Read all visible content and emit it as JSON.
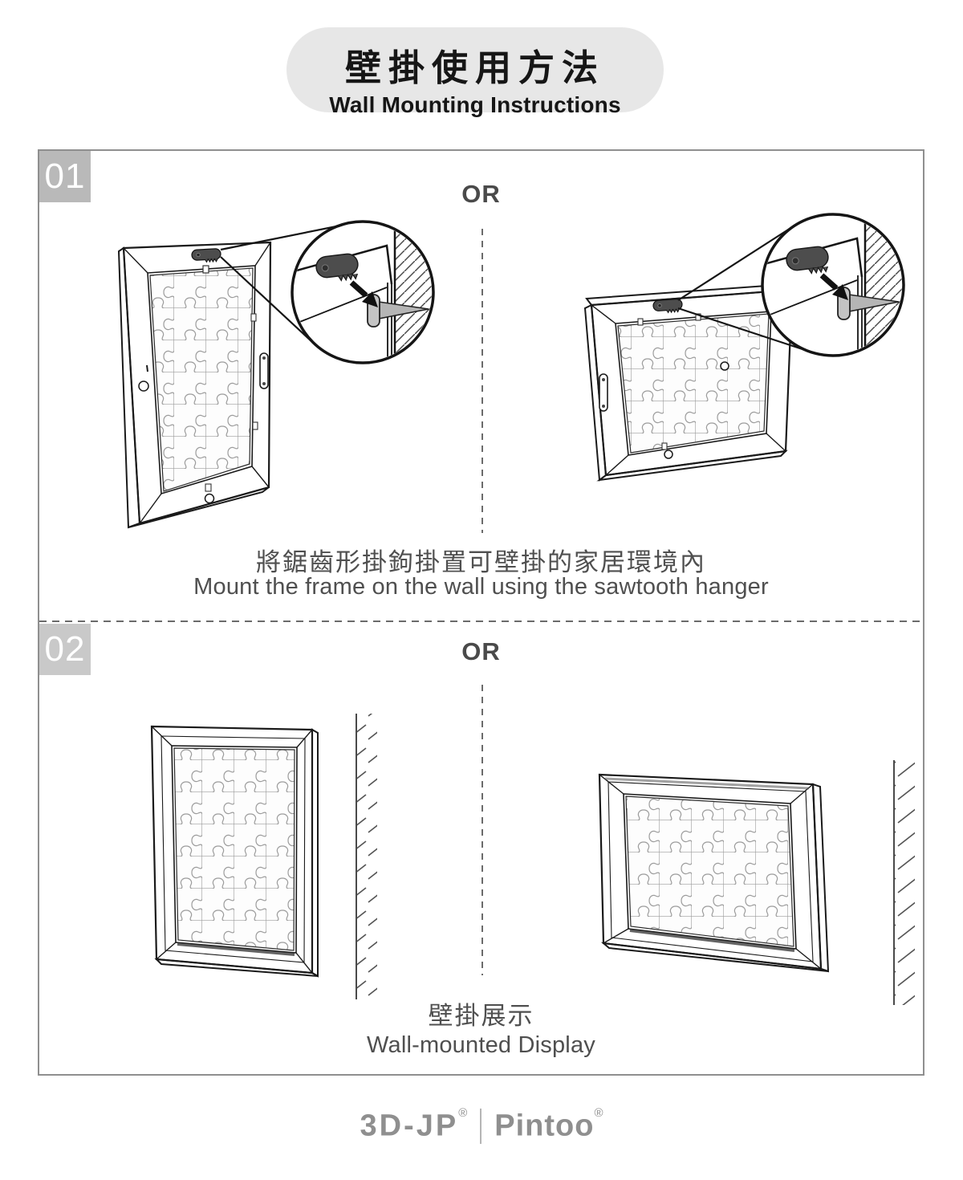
{
  "title": {
    "zh": "壁掛使用方法",
    "en": "Wall Mounting Instructions"
  },
  "steps": [
    {
      "number": "01",
      "or_label": "OR",
      "caption_zh": "將鋸齒形掛鉤掛置可壁掛的家居環境內",
      "caption_en": "Mount the frame on the wall using the sawtooth hanger"
    },
    {
      "number": "02",
      "or_label": "OR",
      "caption_zh": "壁掛展示",
      "caption_en": "Wall-mounted Display"
    }
  ],
  "footer": {
    "brand_primary": "3D-JP",
    "brand_secondary": "Pintoo",
    "registered_symbol": "®",
    "separator": "|"
  },
  "colors": {
    "pill_bg": "#e7e7e7",
    "badge1_bg": "#b9b9b9",
    "badge2_bg": "#c9c9c9",
    "caption_gray": "#4f4f4f",
    "or_gray": "#4a4a4a",
    "footer_gray": "#8f8f8f",
    "line_art": "#1a1a1a",
    "hanger_dark": "#4d4d4d",
    "screw_gray": "#b5b5b5",
    "box_border": "#8f8f8f"
  }
}
